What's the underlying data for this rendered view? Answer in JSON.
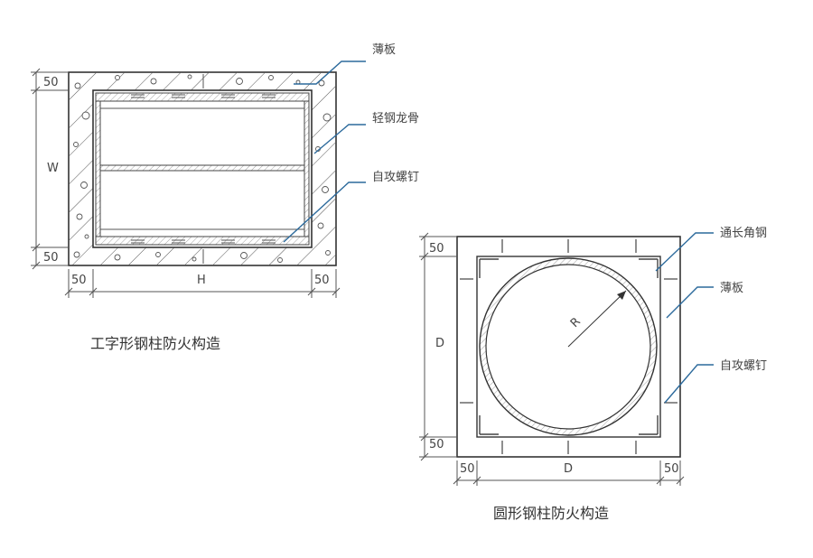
{
  "diagram1": {
    "caption": "工字形钢柱防火构造",
    "callouts": [
      "薄板",
      "轻钢龙骨",
      "自攻螺钉"
    ],
    "dims": {
      "top": "50",
      "left_mid": "W",
      "bottom": "50",
      "b_left": "50",
      "b_mid": "H",
      "b_right": "50"
    }
  },
  "diagram2": {
    "caption": "圆形钢柱防火构造",
    "callouts": [
      "通长角钢",
      "薄板",
      "自攻螺钉"
    ],
    "radius_label": "R",
    "dims": {
      "top": "50",
      "left_mid": "D",
      "bottom": "50",
      "b_left": "50",
      "b_mid": "D",
      "b_right": "50"
    }
  },
  "colors": {
    "leader": "#2c6a9c",
    "line": "#333333"
  }
}
